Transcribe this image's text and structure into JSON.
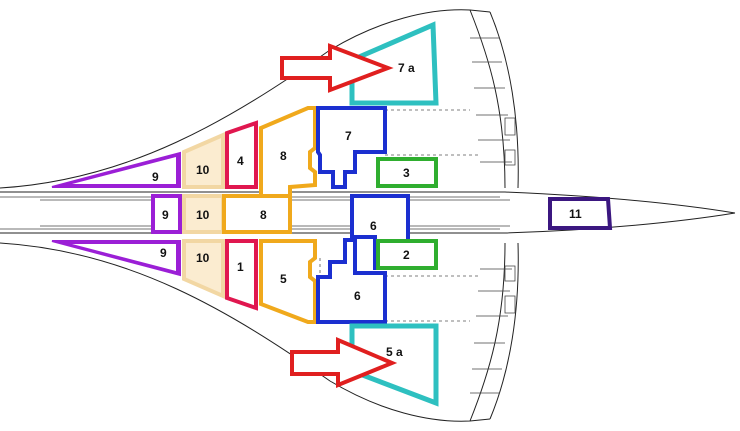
{
  "colors": {
    "purple": "#9b1fd6",
    "tan": "#f2d7a3",
    "crimson": "#e0174f",
    "orange": "#f0a91c",
    "blue": "#1b2fd0",
    "green": "#2fae2f",
    "teal": "#2ec0c0",
    "indigo": "#3b1780",
    "arrow": "#e01f1f"
  },
  "tanks": {
    "t7a": "7 a",
    "t5a": "5 a",
    "t9_top": "9",
    "t9_mid": "9",
    "t9_bot": "9",
    "t10_top": "10",
    "t10_mid": "10",
    "t10_bot": "10",
    "t4": "4",
    "t1": "1",
    "t8_top": "8",
    "t8_mid": "8",
    "t5": "5",
    "t7": "7",
    "t6_mid": "6",
    "t6_bot": "6",
    "t3": "3",
    "t2": "2",
    "t11": "11"
  }
}
